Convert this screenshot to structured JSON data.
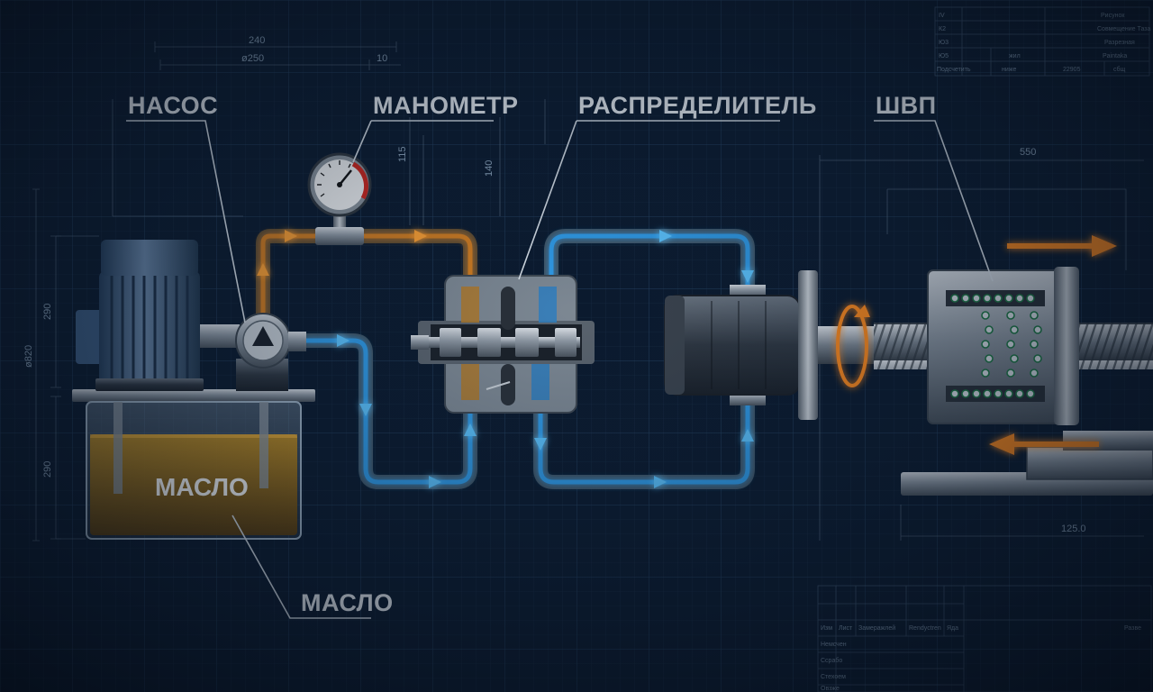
{
  "labels": {
    "pump": "НАСОС",
    "gauge": "МАНОМЕТР",
    "valve": "РАСПРЕДЕЛИТЕЛЬ",
    "ballscrew": "ШВП",
    "oil_tank": "МАСЛО",
    "oil_callout": "МАСЛО"
  },
  "dimensions": {
    "d240": "240",
    "d250": "ø250",
    "d10": "10",
    "d115": "115",
    "d140": "140",
    "d290a": "290",
    "d290b": "290",
    "d820": "ø820",
    "d550": "550",
    "d125": "125.0"
  },
  "title_block_top": {
    "rows": [
      [
        "IV",
        "",
        "",
        "Рисунок"
      ],
      [
        "К2",
        "",
        "",
        "Совмещение Таза"
      ],
      [
        "Ю3",
        "",
        "",
        "Разрезная"
      ],
      [
        "Ю5",
        "жил",
        "",
        "Paintaka"
      ],
      [
        "Подсчетить",
        "ниже",
        "22905",
        "сбщ"
      ]
    ]
  },
  "title_block_bottom": {
    "header": [
      "Изм",
      "Лист",
      "Замеражлей",
      "Rendyctren",
      "Яда"
    ],
    "side": "Разве",
    "rows": [
      "Немсчен",
      "Ссрабо",
      "",
      "Стехоем",
      "Овзже"
    ]
  },
  "colors": {
    "background": "#0b1a2e",
    "pressure_line": "#f08a1c",
    "return_line": "#2fa8ff",
    "oil": "#b0801c"
  }
}
